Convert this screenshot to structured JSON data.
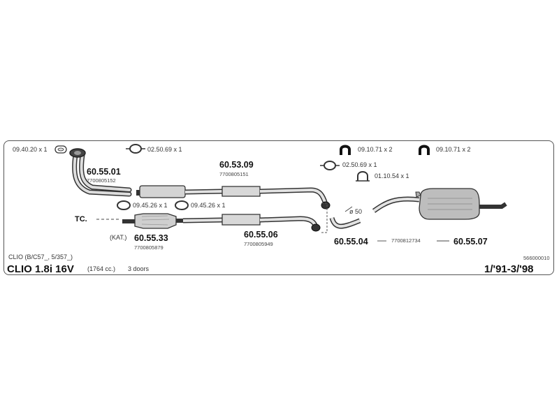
{
  "model": {
    "variant": "CLIO (B/C57_, 5/357_)",
    "name": "CLIO 1.8i 16V",
    "displacement": "(1764 cc.)",
    "doors": "3 doors",
    "years": "1/'91-3/'98",
    "diagram_code": "566000010"
  },
  "hardware": {
    "gasket": "09.40.20 x 1",
    "clamp_top": "02.50.69 x 1",
    "ring_left": "09.45.26 x 1",
    "ring_right": "09.45.26 x 1",
    "hanger_a": "09.10.71 x 2",
    "hanger_b": "09.10.71 x 2",
    "clamp_mid": "02.50.69 x 1",
    "clamp_u": "01.10.54 x 1"
  },
  "parts": {
    "front_pipe": {
      "code": "60.55.01",
      "oem": "7700805152"
    },
    "mid_pipe_a": {
      "code": "60.53.09",
      "oem": "7700805151"
    },
    "mid_pipe_b": {
      "code": "60.55.06",
      "oem": "7700805949"
    },
    "catalyst": {
      "prefix": "(KAT.)",
      "code": "60.55.33",
      "oem": "7700805879"
    },
    "tail_pipe": {
      "code": "60.55.04"
    },
    "rear_box": {
      "code": "60.55.07"
    },
    "rear_pair_oem": "7700812734"
  },
  "labels": {
    "tc": "TC.",
    "diameter": "ø 50"
  }
}
